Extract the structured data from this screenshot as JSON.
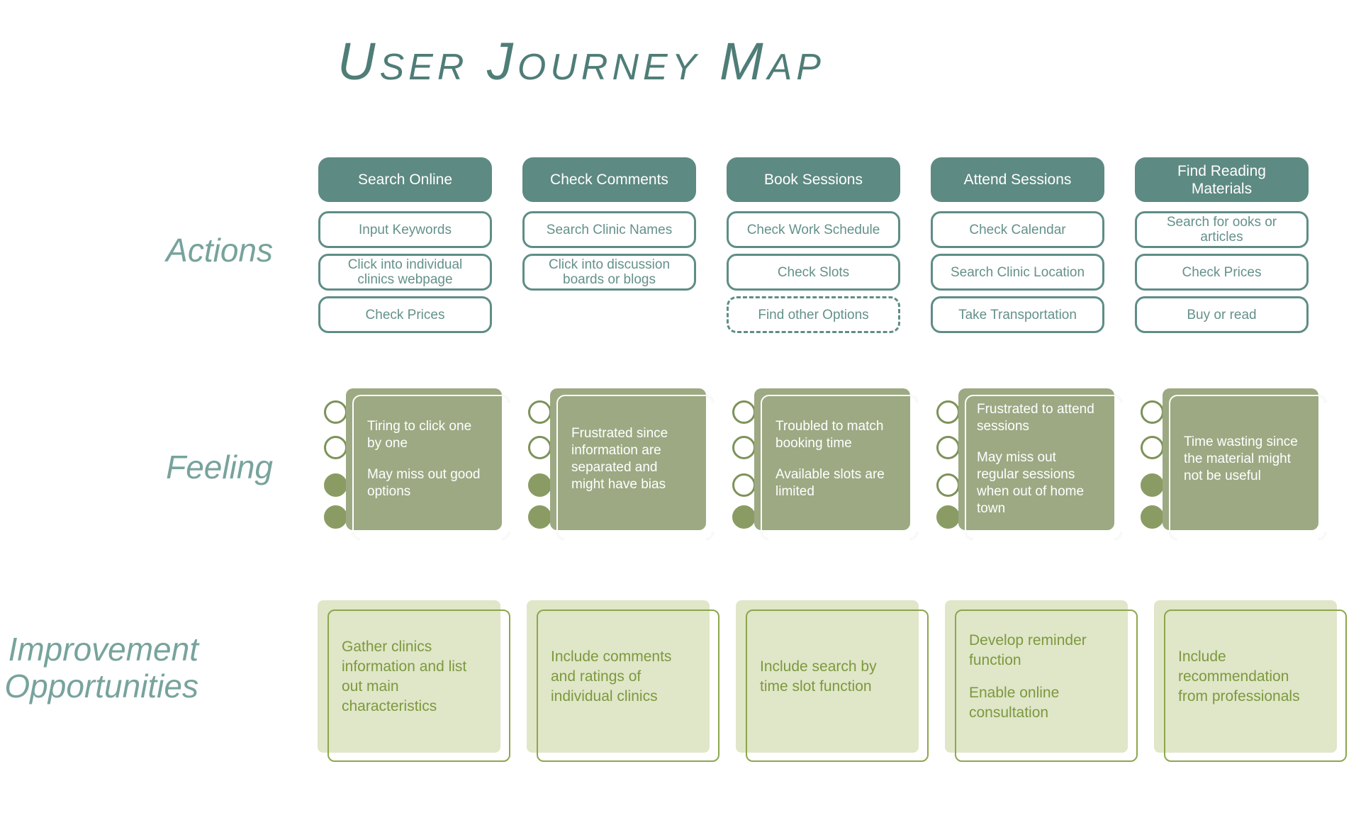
{
  "title": "User Journey Map",
  "row_labels": {
    "actions": "Actions",
    "feeling": "Feeling",
    "improvement_line1": "Improvement",
    "improvement_line2": "Opportunities"
  },
  "columns": [
    {
      "header": "Search Online",
      "actions": [
        "Input Keywords",
        "Click into individual clinics webpage",
        "Check Prices"
      ]
    },
    {
      "header": "Check Comments",
      "actions": [
        "Search Clinic Names",
        "Click into discussion boards or blogs"
      ]
    },
    {
      "header": "Book Sessions",
      "actions": [
        "Check Work Schedule",
        "Check Slots",
        "Find other Options"
      ]
    },
    {
      "header": "Attend Sessions",
      "actions": [
        "Check Calendar",
        "Search Clinic Location",
        "Take Transportation"
      ]
    },
    {
      "header": "Find Reading Materials",
      "actions": [
        "Search for ooks or articles",
        "Check Prices",
        "Buy or read"
      ]
    }
  ],
  "feelings": [
    {
      "dots": [
        false,
        false,
        true,
        true
      ],
      "paragraphs": [
        "Tiring to click one by one",
        "May miss out good options"
      ]
    },
    {
      "dots": [
        false,
        false,
        true,
        true
      ],
      "paragraphs": [
        "Frustrated since information are separated and might have bias"
      ]
    },
    {
      "dots": [
        false,
        false,
        false,
        true
      ],
      "paragraphs": [
        "Troubled to match booking time",
        "Available slots are limited"
      ]
    },
    {
      "dots": [
        false,
        false,
        false,
        true
      ],
      "paragraphs": [
        "Frustrated to attend sessions",
        "May miss out regular sessions when out of home town"
      ]
    },
    {
      "dots": [
        false,
        false,
        true,
        true
      ],
      "paragraphs": [
        "Time wasting since the material might not be useful"
      ]
    }
  ],
  "improvements": [
    {
      "paragraphs": [
        "Gather clinics information and list out main characteristics"
      ]
    },
    {
      "paragraphs": [
        "Include comments and ratings of individual clinics"
      ]
    },
    {
      "paragraphs": [
        "Include search by time slot function"
      ]
    },
    {
      "paragraphs": [
        "Develop reminder function",
        "Enable online consultation"
      ]
    },
    {
      "paragraphs": [
        "Include recommendation from professionals"
      ]
    }
  ],
  "colors": {
    "header_teal": "#5d8a82",
    "pill_teal": "#5f8d86",
    "title_teal": "#4f7d77",
    "label_teal": "#77a39c",
    "feeling_sage": "#9ca983",
    "dot_green": "#7e925a",
    "improvement_fill": "#e0e6c8",
    "improvement_green": "#8ca74d",
    "improvement_text": "#7c993e"
  }
}
